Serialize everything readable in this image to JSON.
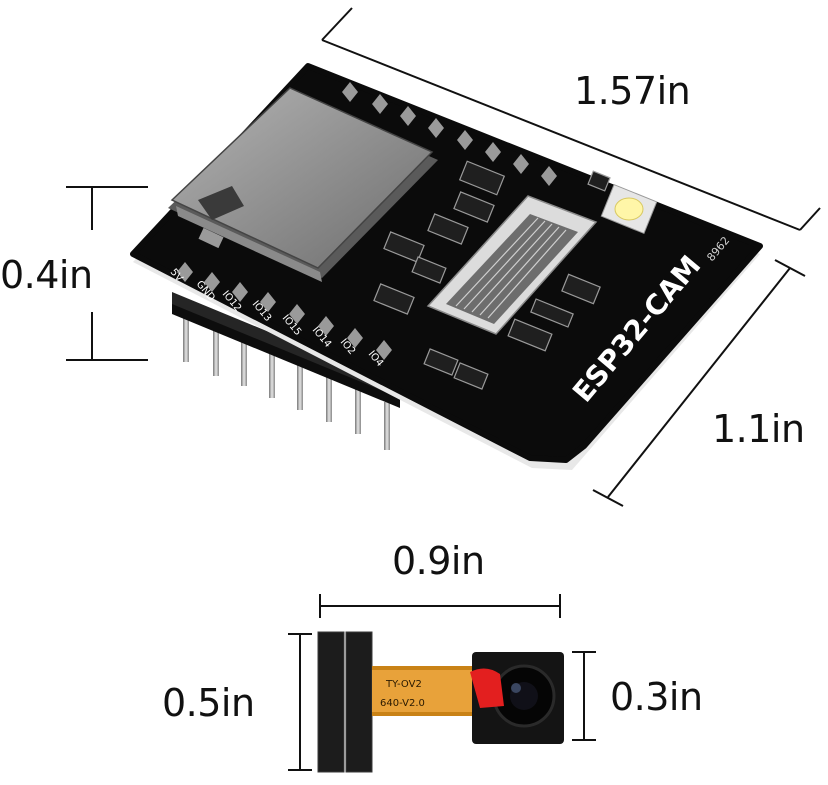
{
  "dimensions": {
    "board_length": "1.57in",
    "board_width": "1.1in",
    "board_height": "0.4in",
    "camera_cable_length": "0.9in",
    "camera_connector_height": "0.5in",
    "camera_lens_height": "0.3in"
  },
  "board": {
    "silkscreen": "ESP32-CAM",
    "pin_labels": [
      "5V",
      "GND",
      "IO12",
      "IO13",
      "IO15",
      "IO14",
      "IO2",
      "IO4"
    ],
    "code": "8962"
  },
  "camera": {
    "label_line1": "TY-OV2",
    "label_line2": "640-V2.0"
  },
  "colors": {
    "pcb": "#0b0b0b",
    "pcb_edge": "#e8e8e8",
    "sd_slot": "#8a8a8a",
    "flex_cable": "#e8a23a",
    "camera_body": "#141414",
    "red_tab": "#e31f1f"
  }
}
